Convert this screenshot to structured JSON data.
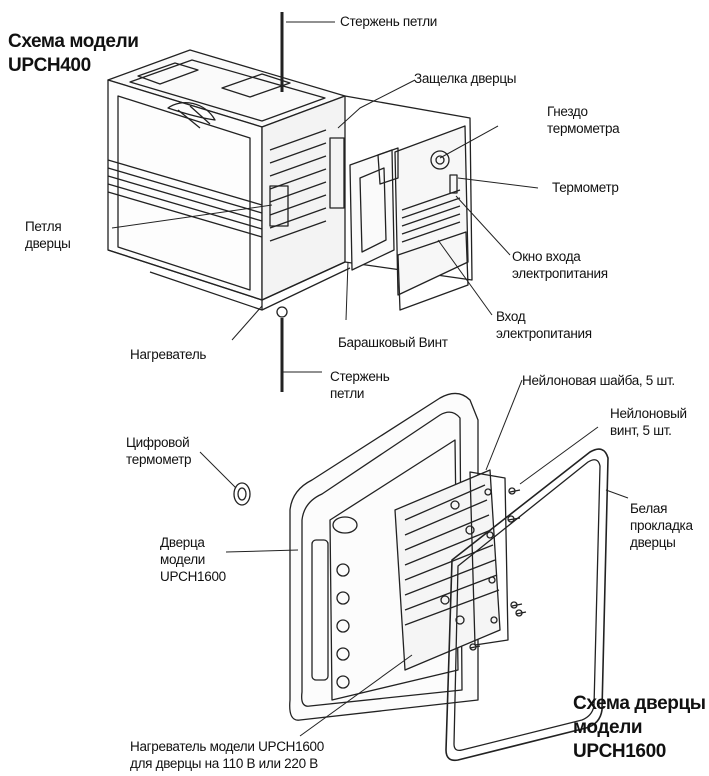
{
  "titles": {
    "top": "Схема модели\nUPCH400",
    "bottom": "Схема дверцы\nмодели\nUPCH1600"
  },
  "labels": {
    "hinge_rod_top": "Стержень петли",
    "door_latch": "Защелка дверцы",
    "thermometer_socket": "Гнездо\nтермометра",
    "thermometer": "Термометр",
    "door_hinge": "Петля\nдверцы",
    "power_inlet_window": "Окно входа\nэлектропитания",
    "power_inlet": "Вход\nэлектропитания",
    "thumb_screw": "Барашковый Винт",
    "heater": "Нагреватель",
    "hinge_rod_bottom": "Стержень\nпетли",
    "nylon_washer": "Нейлоновая шайба, 5 шт.",
    "nylon_screw": "Нейлоновый\nвинт, 5 шт.",
    "digital_thermometer": "Цифровой\nтермометр",
    "white_gasket": "Белая\nпрокладка\nдверцы",
    "door_upch1600": "Дверца\nмодели\nUPCH1600",
    "heater_upch1600": "Нагреватель модели UPCH1600\nдля дверцы на 110 В или 220 В"
  }
}
